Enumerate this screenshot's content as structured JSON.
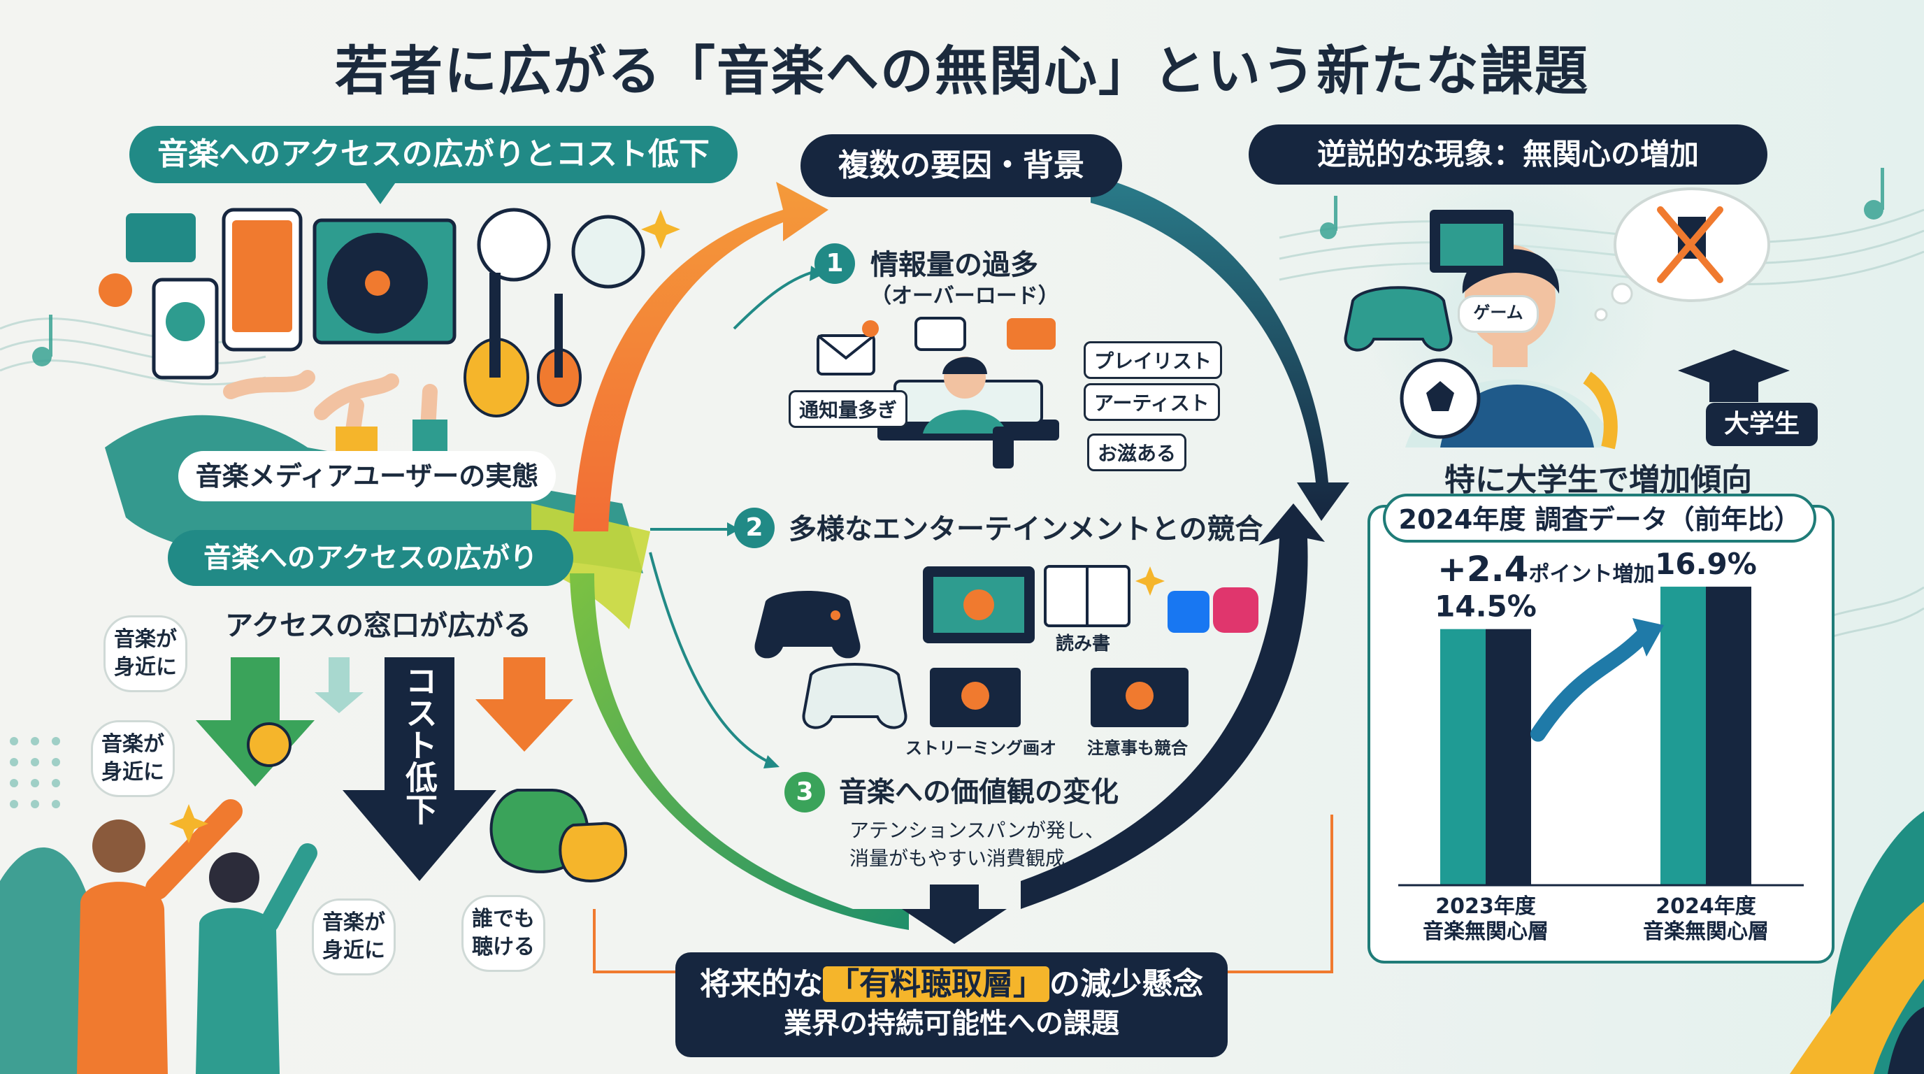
{
  "title": "若者に広がる「音楽への無関心」という新たな課題",
  "left": {
    "header": "音楽へのアクセスの広がりとコスト低下",
    "users_label": "音楽メディアユーザーの実態",
    "access_label": "音楽へのアクセスの広がり",
    "window_label": "アクセスの窓口が広がる",
    "cost_label": "コスト低下",
    "bubbles": [
      "音楽が身近に",
      "音楽が身近に",
      "音楽が身近に",
      "誰でも聴ける"
    ]
  },
  "center": {
    "header": "複数の要因・背景",
    "factor1": {
      "num": "1",
      "title": "情報量の過多",
      "sub": "（オーバーロード）",
      "tags": [
        "プレイリスト",
        "アーティスト",
        "お滋ある"
      ],
      "notice": "通知量多ぎ"
    },
    "factor2": {
      "num": "2",
      "title": "多様なエンターテインメントとの競合",
      "labels": [
        "読み書",
        "ストリーミング画オ",
        "注意事も競合"
      ]
    },
    "factor3": {
      "num": "3",
      "title": "音楽への価値観の変化",
      "desc1": "アテンションスパンが発し、",
      "desc2": "消量がもやすい消費観成"
    },
    "bottom_line1_pre": "将来的な",
    "bottom_line1_hl": "「有料聴取層」",
    "bottom_line1_post": "の減少懸念",
    "bottom_line2": "業界の持続可能性への課題"
  },
  "right": {
    "header": "逆説的な現象：無関心の増加",
    "game_bubble": "ゲーム",
    "student_badge": "大学生",
    "trend": "特に大学生で増加傾向"
  },
  "chart_data": {
    "type": "bar",
    "title": "2024年度 調査データ（前年比）",
    "categories": [
      "2023年度\n音楽無関心層",
      "2024年度\n音楽無関心層"
    ],
    "category_lines": [
      [
        "2023年度",
        "音楽無関心層"
      ],
      [
        "2024年度",
        "音楽無関心層"
      ]
    ],
    "values": [
      14.5,
      16.9
    ],
    "value_labels": [
      "14.5%",
      "16.9%"
    ],
    "annotation": "+2.4ポイント増加",
    "annotation_main": "+2.4",
    "annotation_sub": "ポイント増加",
    "ylim": [
      0,
      19
    ]
  },
  "colors": {
    "teal": "#218a86",
    "navy": "#16263f",
    "orange": "#f07a2f",
    "green": "#3aa35a",
    "yellow": "#f5b52b"
  }
}
